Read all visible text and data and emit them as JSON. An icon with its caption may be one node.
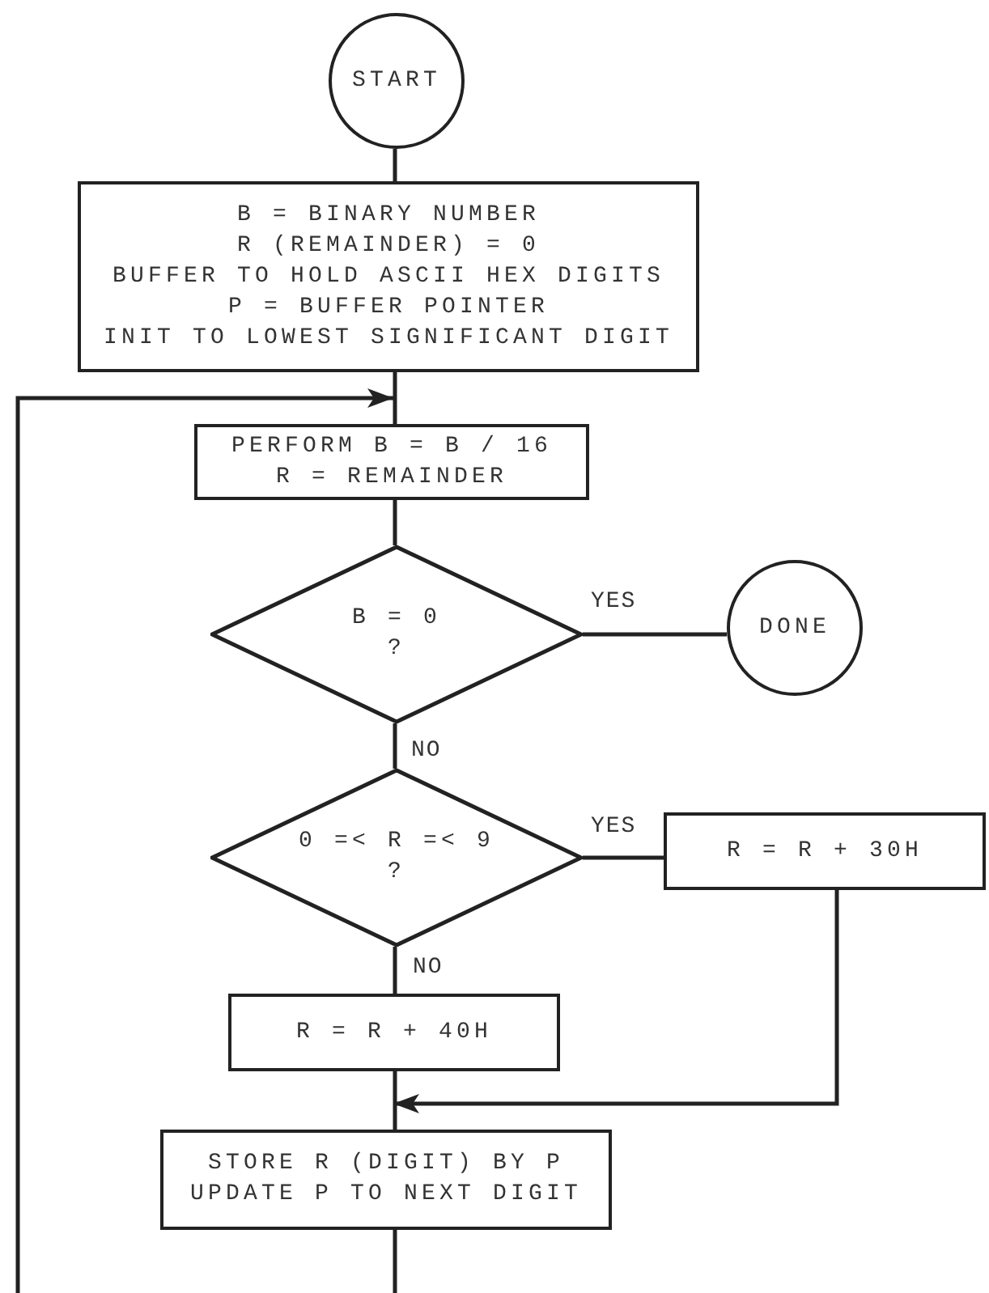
{
  "diagram": {
    "nodes": [
      {
        "text": [
          "START"
        ]
      },
      {
        "text": [
          "B = BINARY NUMBER",
          "R (REMAINDER) = 0",
          "BUFFER TO HOLD ASCII HEX DIGITS",
          "P = BUFFER POINTER",
          "INIT TO LOWEST SIGNIFICANT DIGIT"
        ]
      },
      {
        "text": [
          "PERFORM B = B / 16",
          "R = REMAINDER"
        ]
      },
      {
        "text": [
          "B = 0",
          "?"
        ]
      },
      {
        "text": [
          "DONE"
        ]
      },
      {
        "text": [
          "0 =< R =< 9",
          "?"
        ]
      },
      {
        "text": [
          "R = R + 30H"
        ]
      },
      {
        "text": [
          "R = R + 40H"
        ]
      },
      {
        "text": [
          "STORE R (DIGIT) BY P",
          "UPDATE P TO NEXT DIGIT"
        ]
      }
    ],
    "edges": [
      {
        "from": 0,
        "to": 1,
        "arrow": "none"
      },
      {
        "from": 1,
        "to": 2,
        "arrow": "none"
      },
      {
        "from": null,
        "to": 2,
        "arrow": "to"
      },
      {
        "from": 2,
        "to": 3,
        "arrow": "none"
      },
      {
        "from": 3,
        "to": 4,
        "arrow": "none",
        "label": "YES"
      },
      {
        "from": 3,
        "to": 5,
        "arrow": "none",
        "label": "NO"
      },
      {
        "from": 5,
        "to": 6,
        "arrow": "none",
        "label": "YES"
      },
      {
        "from": 5,
        "to": 7,
        "arrow": "none",
        "label": "NO"
      },
      {
        "from": 7,
        "to": 8,
        "arrow": "none"
      },
      {
        "from": 6,
        "to": 8,
        "arrow": "to"
      },
      {
        "from": 8,
        "to": null,
        "arrow": "none"
      }
    ]
  }
}
